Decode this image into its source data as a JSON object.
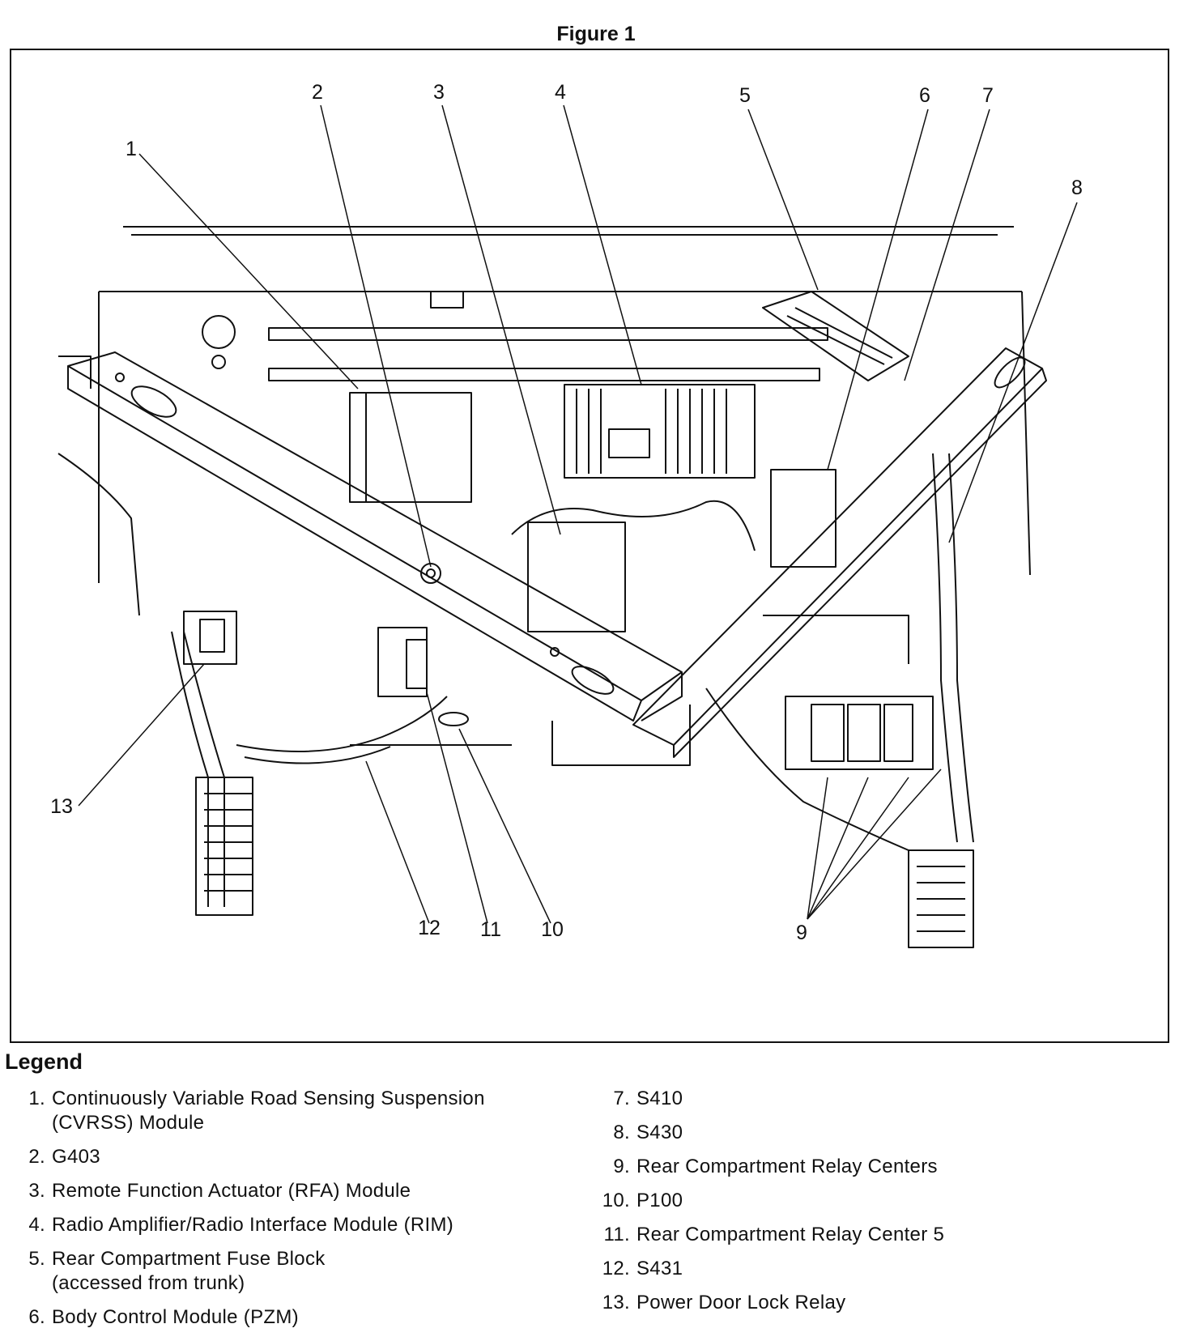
{
  "figure": {
    "title": "Figure 1"
  },
  "callouts": [
    "1",
    "2",
    "3",
    "4",
    "5",
    "6",
    "7",
    "8",
    "9",
    "10",
    "11",
    "12",
    "13"
  ],
  "legend": {
    "heading": "Legend",
    "left_items": [
      {
        "num": "1.",
        "text": "Continuously Variable Road Sensing Suspension (CVRSS) Module"
      },
      {
        "num": "2.",
        "text": "G403"
      },
      {
        "num": "3.",
        "text": "Remote Function Actuator (RFA) Module"
      },
      {
        "num": "4.",
        "text": "Radio Amplifier/Radio Interface Module (RIM)"
      },
      {
        "num": "5.",
        "text": "Rear Compartment Fuse Block (accessed from trunk)"
      },
      {
        "num": "6.",
        "text": "Body Control Module (PZM)"
      }
    ],
    "right_items": [
      {
        "num": "7.",
        "text": "S410"
      },
      {
        "num": "8.",
        "text": "S430"
      },
      {
        "num": "9.",
        "text": "Rear Compartment Relay Centers"
      },
      {
        "num": "10.",
        "text": "P100"
      },
      {
        "num": "11.",
        "text": "Rear Compartment Relay Center 5"
      },
      {
        "num": "12.",
        "text": "S431"
      },
      {
        "num": "13.",
        "text": "Power Door Lock Relay"
      }
    ]
  }
}
